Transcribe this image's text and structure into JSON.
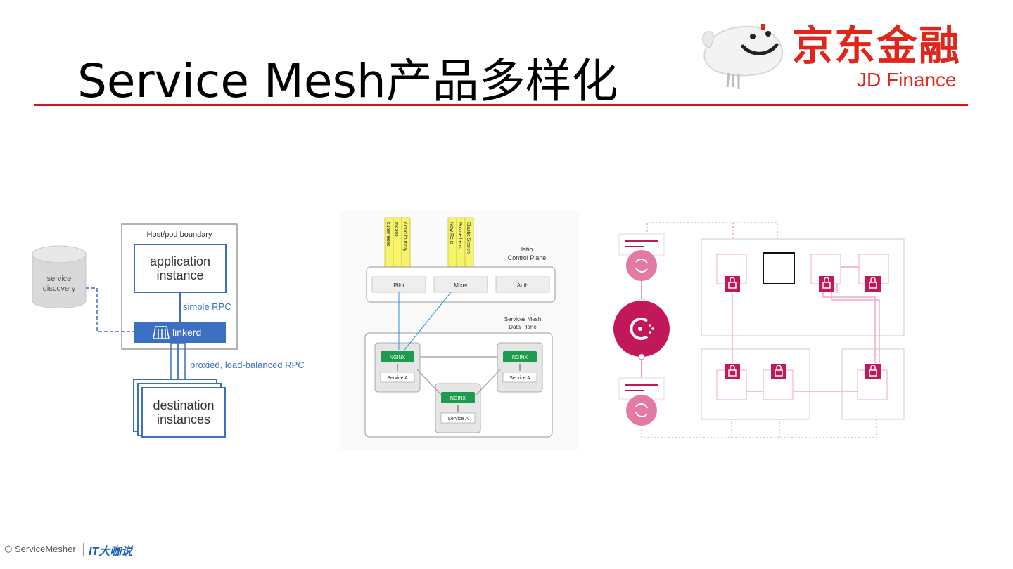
{
  "slide": {
    "title": "Service Mesh产品多样化"
  },
  "logo": {
    "name_cn": "京东金融",
    "name_en": "JD Finance",
    "color": "#e1251b"
  },
  "linkerd": {
    "boundary_label": "Host/pod boundary",
    "app_line1": "application",
    "app_line2": "instance",
    "rpc_label": "simple RPC",
    "proxy_label": "linkerd",
    "discovery_line1": "service",
    "discovery_line2": "discovery",
    "lb_label": "proxied, load-balanced RPC",
    "dest_line1": "destination",
    "dest_line2": "instances",
    "accent": "#3b6fc4"
  },
  "istio": {
    "adapters_left": [
      "kubernetes",
      "mesos",
      "cloud foundry"
    ],
    "adapters_right": [
      "New Relic",
      "Prometheus",
      "Elastic Search"
    ],
    "control_line1": "Istio",
    "control_line2": "Control Plane",
    "pilot": "Pilot",
    "mixer": "Mixer",
    "auth": "Auth",
    "data_line1": "Services Mesh",
    "data_line2": "Data Plane",
    "proxy": "NGINX",
    "service": "Service A",
    "proxy_color": "#1e9b4e",
    "adapter_color": "#f7f36b"
  },
  "consul": {
    "accent": "#c2185b",
    "line": "#f1a9c6",
    "icons": [
      "lock-icon",
      "sync-icon",
      "consul-logo-icon"
    ]
  },
  "footer": {
    "brand": "ServiceMesher",
    "partner": "IT大咖说"
  }
}
